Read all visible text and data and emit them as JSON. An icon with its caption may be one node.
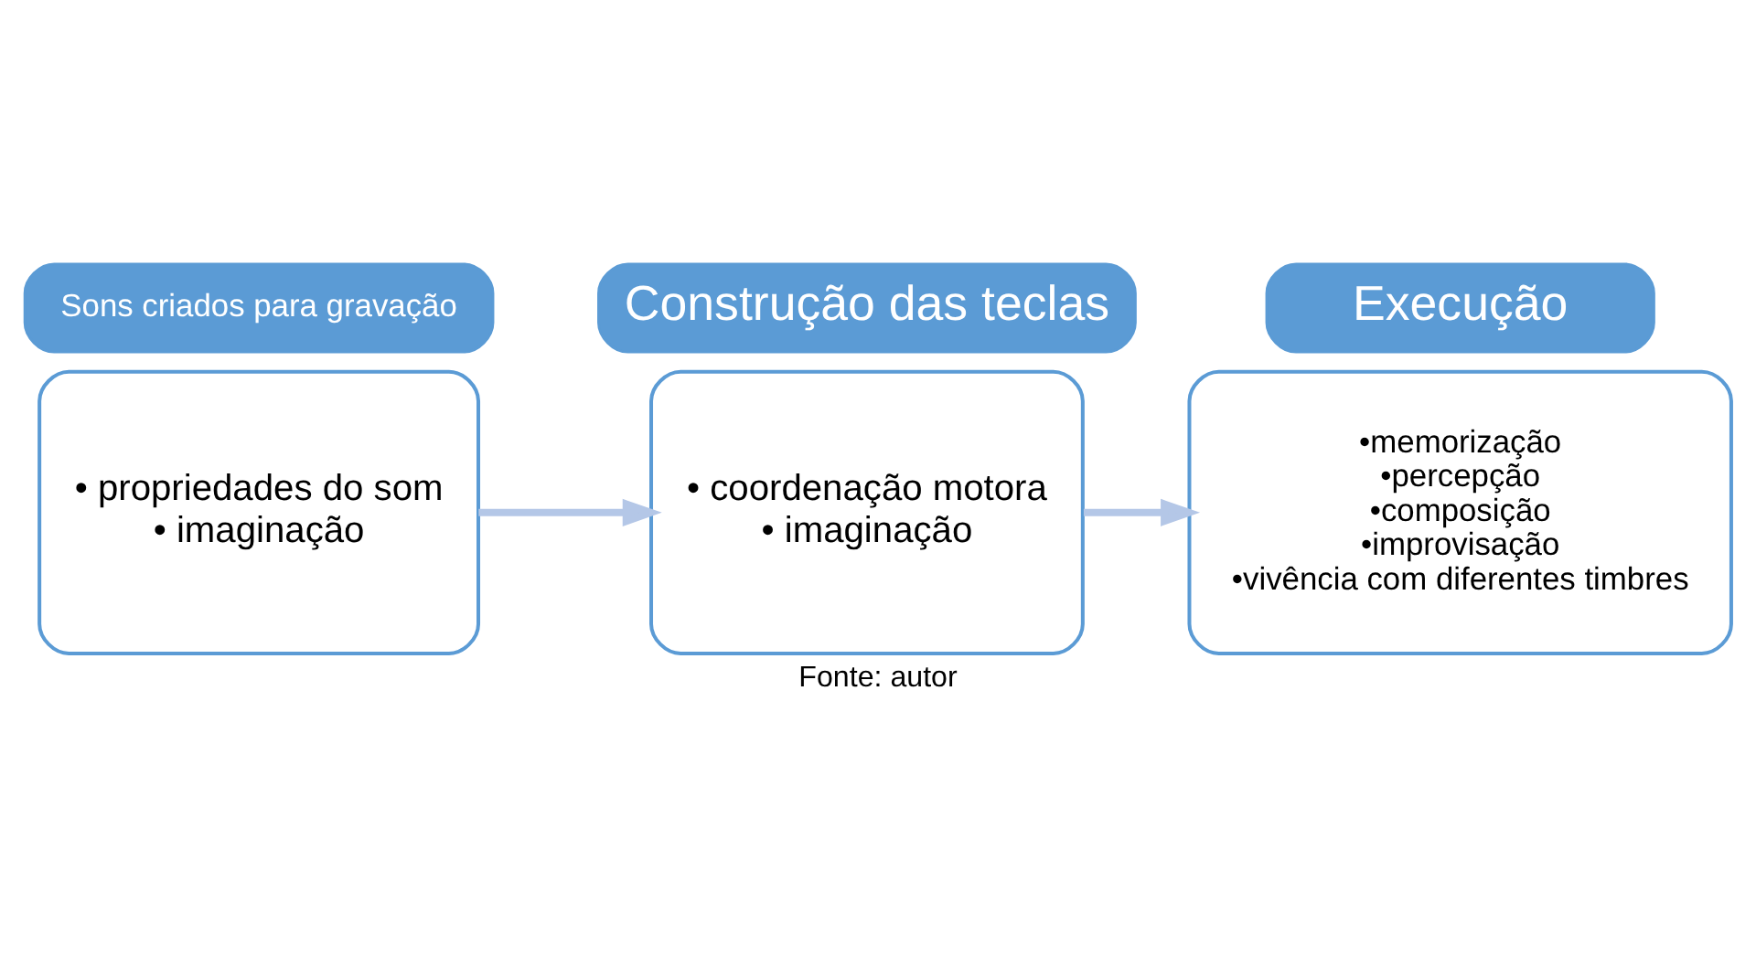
{
  "diagram": {
    "caption": "Fonte: autor",
    "nodes": [
      {
        "text": [
          "Sons criados para gravação"
        ]
      },
      {
        "text": [
          "• propriedades do som",
          "• imaginação"
        ]
      },
      {
        "text": [
          "Construção das teclas"
        ]
      },
      {
        "text": [
          "• coordenação motora",
          "• imaginação"
        ]
      },
      {
        "text": [
          "Execução"
        ]
      },
      {
        "text": [
          "•memorização",
          "•percepção",
          "•composição",
          "•improvisação",
          "•vivência com diferentes timbres"
        ]
      }
    ],
    "edges": [
      {
        "from": 1,
        "to": 3,
        "arrow": "to"
      },
      {
        "from": 3,
        "to": 5,
        "arrow": "to"
      }
    ]
  }
}
